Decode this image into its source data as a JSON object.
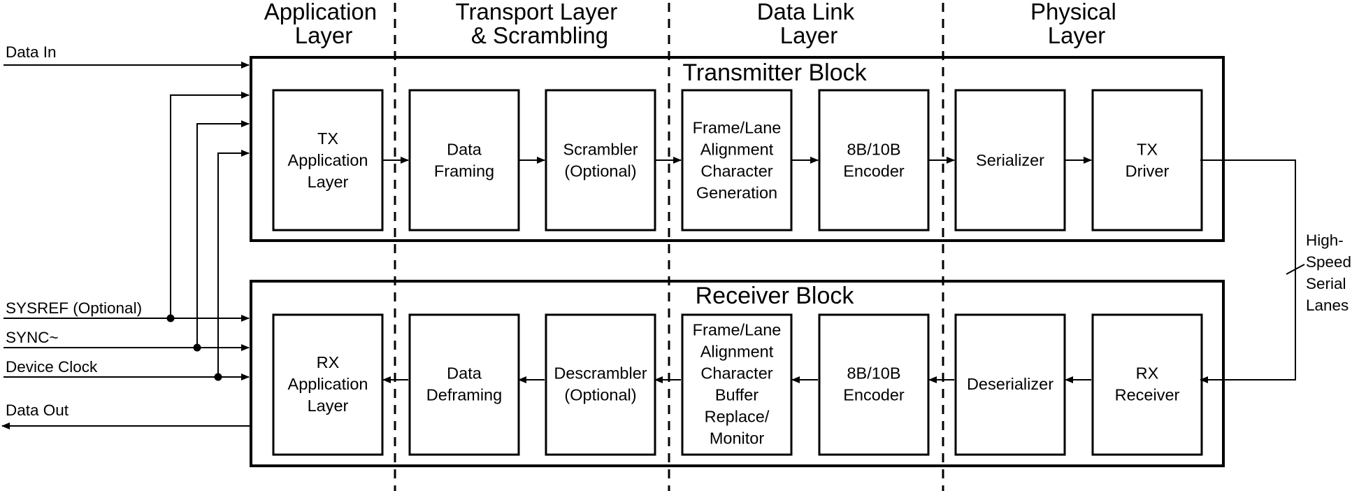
{
  "layers": {
    "application": [
      "Application",
      "Layer"
    ],
    "transport": [
      "Transport Layer",
      "& Scrambling"
    ],
    "datalink": [
      "Data Link",
      "Layer"
    ],
    "physical": [
      "Physical",
      "Layer"
    ]
  },
  "transmitter": {
    "title": "Transmitter Block",
    "blocks": [
      [
        "TX",
        "Application",
        "Layer"
      ],
      [
        "Data",
        "Framing"
      ],
      [
        "Scrambler",
        "(Optional)"
      ],
      [
        "Frame/Lane",
        "Alignment",
        "Character",
        "Generation"
      ],
      [
        "8B/10B",
        "Encoder"
      ],
      [
        "Serializer"
      ],
      [
        "TX",
        "Driver"
      ]
    ]
  },
  "receiver": {
    "title": "Receiver Block",
    "blocks": [
      [
        "RX",
        "Application",
        "Layer"
      ],
      [
        "Data",
        "Deframing"
      ],
      [
        "Descrambler",
        "(Optional)"
      ],
      [
        "Frame/Lane",
        "Alignment",
        "Character",
        "Buffer",
        "Replace/",
        "Monitor"
      ],
      [
        "8B/10B",
        "Encoder"
      ],
      [
        "Deserializer"
      ],
      [
        "RX",
        "Receiver"
      ]
    ]
  },
  "signals": {
    "data_in": "Data In",
    "sysref": "SYSREF (Optional)",
    "sync": "SYNC~",
    "device_clock": "Device Clock",
    "data_out": "Data Out"
  },
  "lanes_label": [
    "High-",
    "Speed",
    "Serial",
    "Lanes"
  ]
}
